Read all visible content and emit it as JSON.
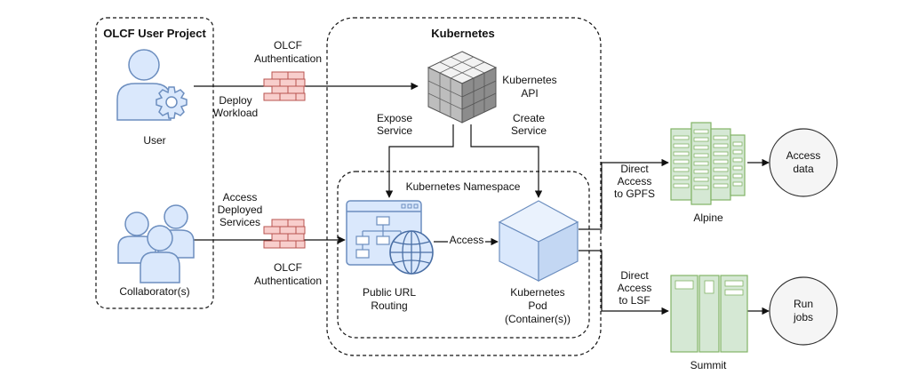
{
  "groups": {
    "olcf_user_project": "OLCF User Project",
    "kubernetes": "Kubernetes",
    "kubernetes_namespace": "Kubernetes Namespace"
  },
  "nodes": {
    "user": "User",
    "collaborators": "Collaborator(s)",
    "olcf_auth_top": [
      "OLCF",
      "Authentication"
    ],
    "olcf_auth_bottom": [
      "OLCF",
      "Authentication"
    ],
    "kubernetes_api": [
      "Kubernetes",
      "API"
    ],
    "public_url_routing": [
      "Public URL",
      "Routing"
    ],
    "kubernetes_pod": [
      "Kubernetes",
      "Pod",
      "(Container(s))"
    ],
    "alpine": "Alpine",
    "summit": "Summit",
    "access_data": [
      "Access",
      "data"
    ],
    "run_jobs": [
      "Run",
      "jobs"
    ]
  },
  "edges": {
    "deploy_workload": [
      "Deploy",
      "Workload"
    ],
    "access_deployed_services": [
      "Access",
      "Deployed",
      "Services"
    ],
    "expose_service": [
      "Expose",
      "Service"
    ],
    "create_service": [
      "Create",
      "Service"
    ],
    "access": "Access",
    "direct_access_gpfs": [
      "Direct",
      "Access",
      "to GPFS"
    ],
    "direct_access_lsf": [
      "Direct",
      "Access",
      "to LSF"
    ]
  },
  "colors": {
    "person_fill": "#dae8fc",
    "person_stroke": "#6c8ebf",
    "firewall_fill": "#f8cecc",
    "firewall_stroke": "#b85450",
    "server_fill": "#d5e8d4",
    "server_stroke": "#82b366"
  }
}
